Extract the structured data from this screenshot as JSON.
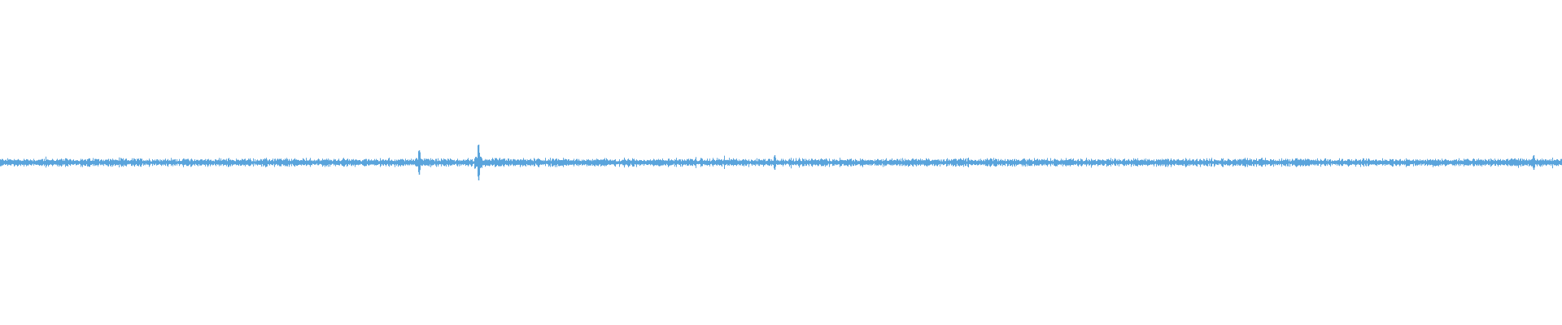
{
  "waveform": {
    "color": "#5aa4dc",
    "background": "#ffffff",
    "baseline_amplitude": 0.03,
    "spikes": [
      {
        "position": 0.268,
        "amplitude": 0.075
      },
      {
        "position": 0.306,
        "amplitude": 0.11
      },
      {
        "position": 0.496,
        "amplitude": 0.045
      },
      {
        "position": 0.982,
        "amplitude": 0.045
      }
    ]
  }
}
